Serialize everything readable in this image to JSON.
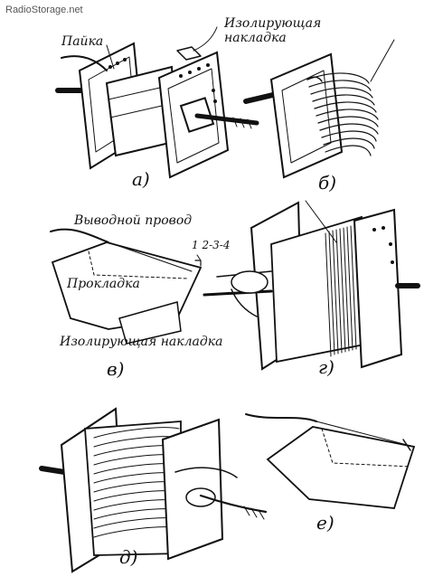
{
  "watermark": "RadioStorage.net",
  "labels": {
    "solder": "Пайка",
    "insulating_pad_top": "Изолирующая накладка",
    "lead_wire": "Выводной провод",
    "spacer": "Прокладка",
    "insulating_pad_bottom": "Изолирующая накладка",
    "callout_numbers": "1 2-3-4"
  },
  "captions": {
    "a": "а)",
    "b": "б)",
    "v": "в)",
    "g": "г)",
    "d": "д)",
    "e": "е)"
  }
}
